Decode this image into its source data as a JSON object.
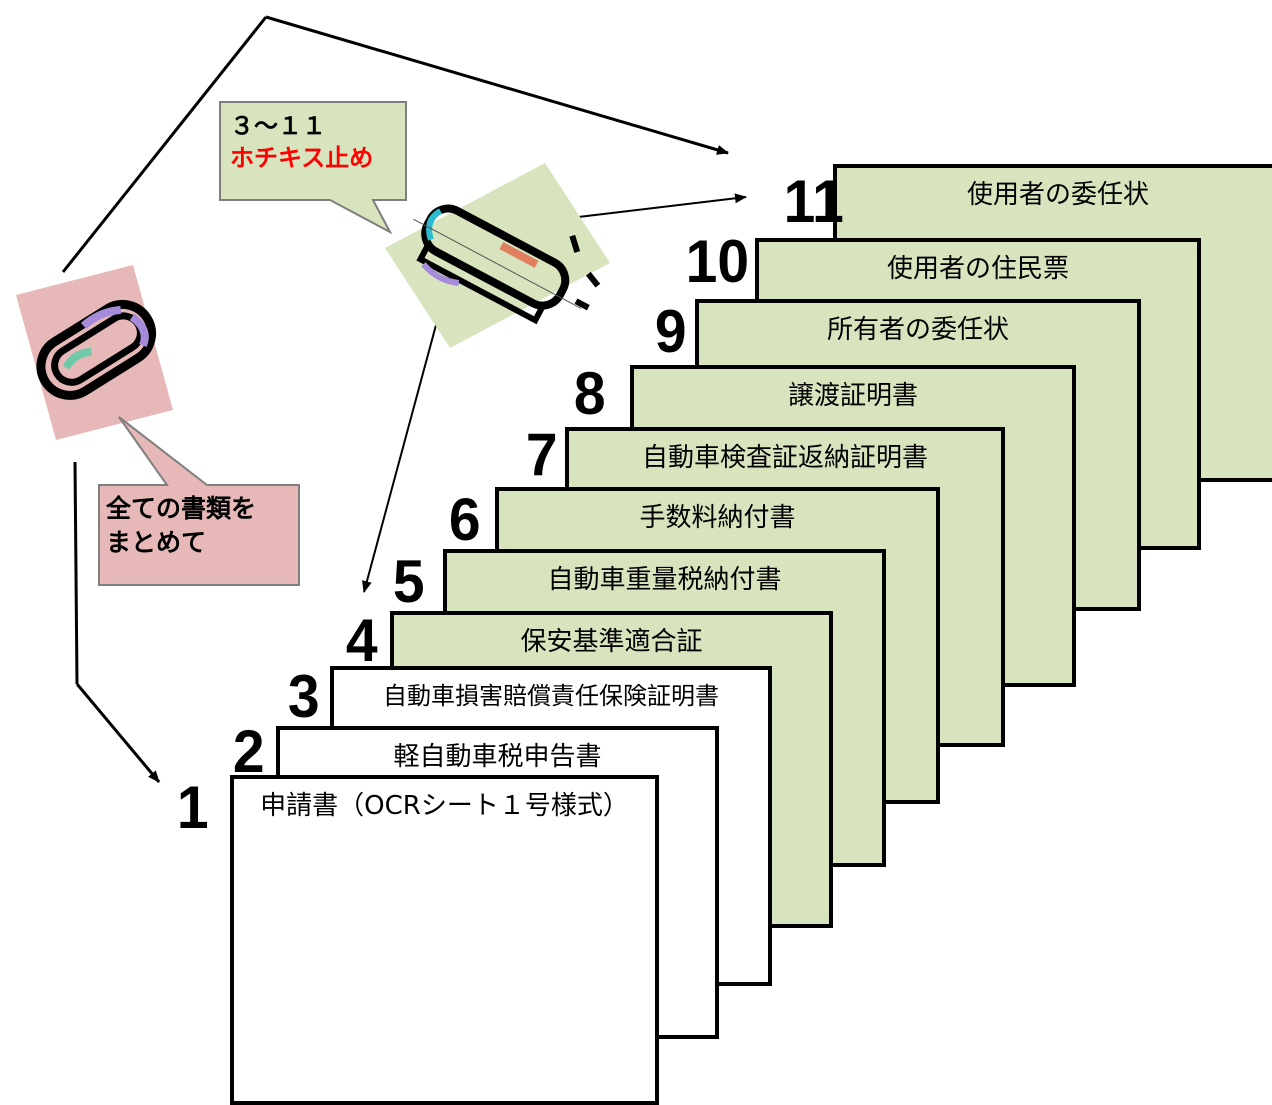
{
  "colors": {
    "green": "#d7e4bd",
    "pink": "#e6b9b8",
    "white": "#ffffff",
    "red": "#ff0000"
  },
  "documents": [
    {
      "num": "11",
      "title": "使用者の委任状",
      "fill": "green"
    },
    {
      "num": "10",
      "title": "使用者の住民票",
      "fill": "green"
    },
    {
      "num": "9",
      "title": "所有者の委任状",
      "fill": "green"
    },
    {
      "num": "8",
      "title": "譲渡証明書",
      "fill": "green"
    },
    {
      "num": "7",
      "title": "自動車検査証返納証明書",
      "fill": "green"
    },
    {
      "num": "6",
      "title": "手数料納付書",
      "fill": "green"
    },
    {
      "num": "5",
      "title": "自動車重量税納付書",
      "fill": "green"
    },
    {
      "num": "4",
      "title": "保安基準適合証",
      "fill": "green"
    },
    {
      "num": "3",
      "title": "自動車損害賠償責任保険証明書",
      "fill": "white"
    },
    {
      "num": "2",
      "title": "軽自動車税申告書",
      "fill": "white"
    },
    {
      "num": "1",
      "title": "申請書（OCRシート１号様式）",
      "fill": "white"
    }
  ],
  "callout_staple": {
    "line1": "３～１１",
    "line2": "ホチキス止め"
  },
  "callout_clip": {
    "line1": "全ての書類を",
    "line2": "まとめて"
  },
  "icons": {
    "paperclip": "paperclip-icon",
    "stapler": "stapler-icon"
  }
}
